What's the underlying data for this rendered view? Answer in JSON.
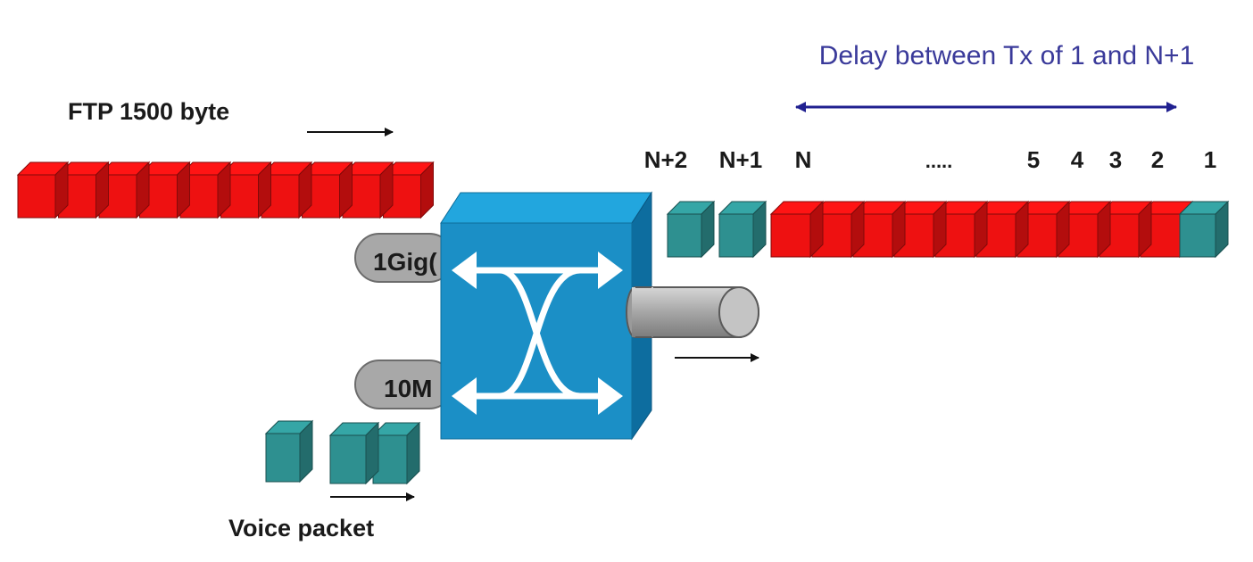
{
  "title": "Delay between Tx of 1 and N+1",
  "inputs": {
    "ftp": {
      "label": "FTP 1500 byte",
      "packet_count": 10
    },
    "voice": {
      "label": "Voice packet",
      "packet_count": 3
    }
  },
  "ports": {
    "gig": "1Gig(",
    "tenm": "10M"
  },
  "output_queue": {
    "labels": [
      "N+2",
      "N+1",
      "N",
      ".....",
      "5",
      "4",
      "3",
      "2",
      "1"
    ],
    "red_packet_count": 10
  },
  "colors": {
    "ftp_packet": "#ee1111",
    "voice_packet": "#2e9090",
    "switch": "#1b8fc6",
    "switch_top": "#22a6de",
    "port": "#a8a8a8",
    "title_text": "#3a3a9a",
    "arrow_blue": "#202090"
  },
  "icons": {
    "switch": "crossbar-switch-icon",
    "output_link": "cylinder-link-icon"
  }
}
